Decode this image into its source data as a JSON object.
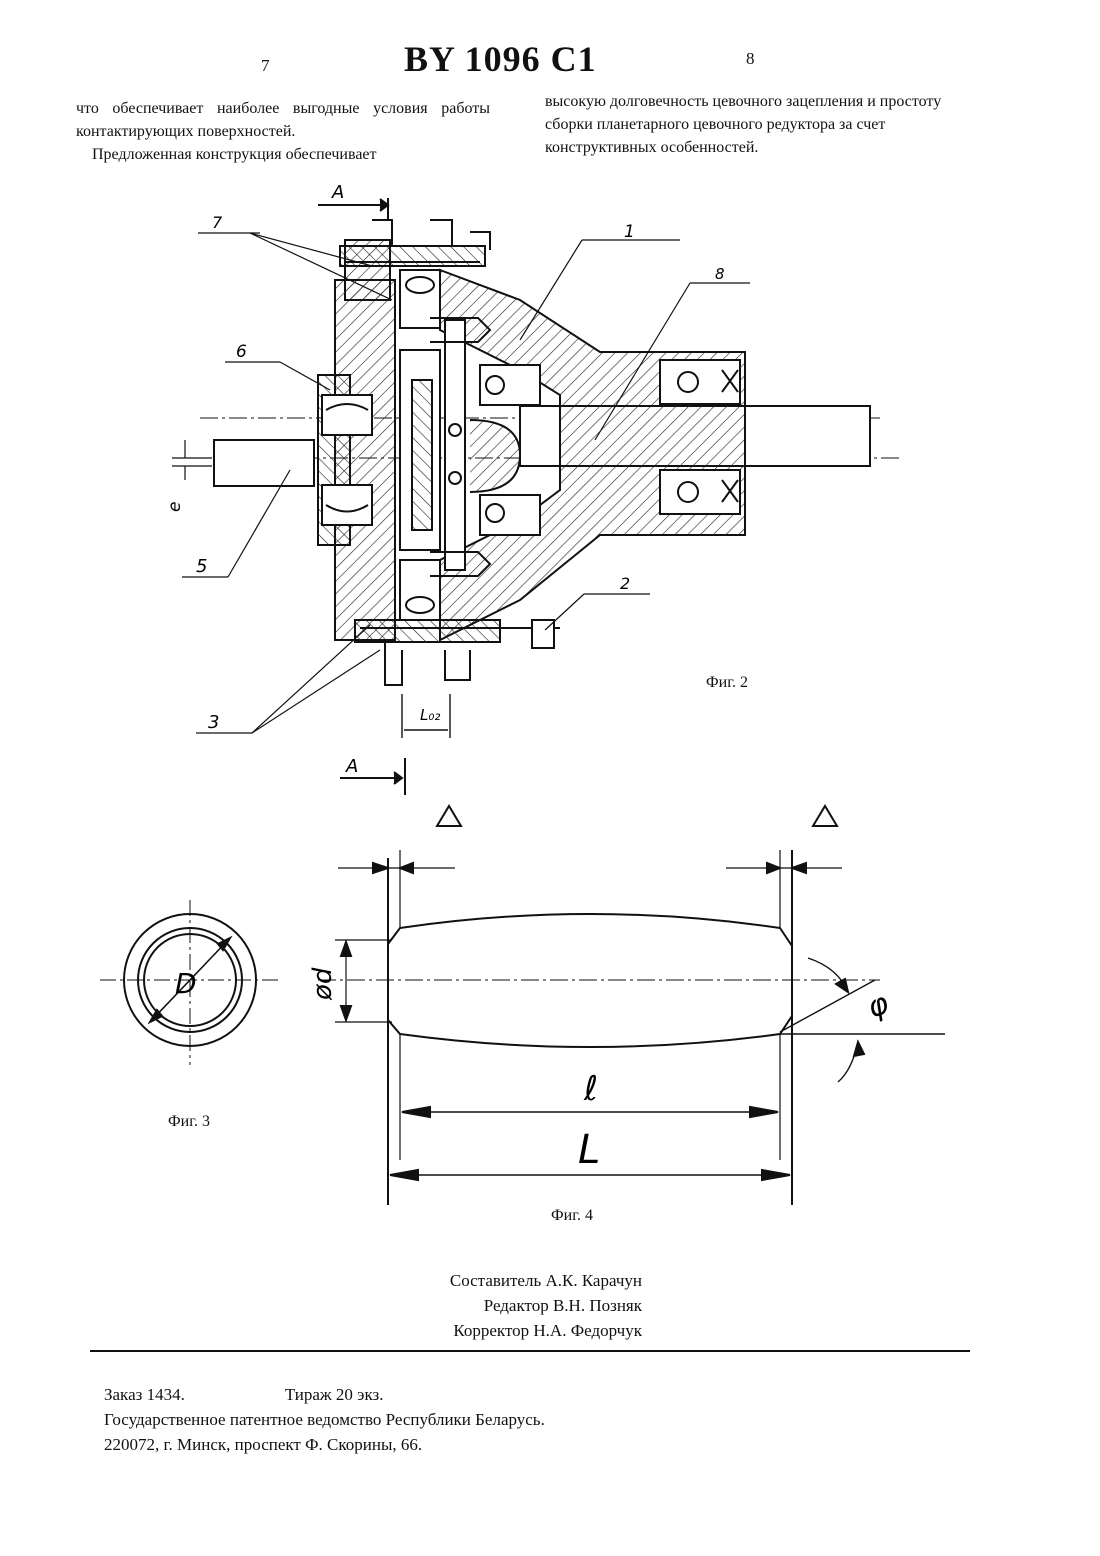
{
  "header": {
    "page_left": "7",
    "title": "BY 1096 C1",
    "page_right": "8"
  },
  "text": {
    "left_col": [
      "что обеспечивает наиболее выгодные условия работы контактирующих поверхностей.",
      "Предложенная конструкция обеспечивает"
    ],
    "right_col": [
      "высокую долговечность цевочного зацепления и простоту сборки планетарного цевочного редуктора за счет конструктивных особенностей."
    ]
  },
  "figures": {
    "fig2": {
      "caption": "Фиг. 2",
      "labels": {
        "section_top": "А",
        "section_bottom": "А",
        "l1": "1",
        "l2": "2",
        "l3": "3",
        "l5": "5",
        "l6": "6",
        "l7": "7",
        "l8": "8",
        "ecc": "e",
        "len": "L₀₂"
      }
    },
    "fig3": {
      "caption": "Фиг. 3",
      "labels": {
        "diam": "D"
      }
    },
    "fig4": {
      "caption": "Фиг. 4",
      "labels": {
        "tri_left": "Δ",
        "tri_right": "Δ",
        "dia": "ød",
        "len_small": "ℓ",
        "len_total": "L",
        "angle": "φ"
      }
    }
  },
  "credits": [
    "Составитель А.К. Карачун",
    "Редактор В.Н. Позняк",
    "Корректор Н.А. Федорчук"
  ],
  "footer": {
    "order": "Заказ  1434.",
    "print_run": "Тираж 20 экз.",
    "office": "Государственное патентное ведомство Республики Беларусь.",
    "address": "220072, г. Минск, проспект Ф. Скорины, 66."
  }
}
